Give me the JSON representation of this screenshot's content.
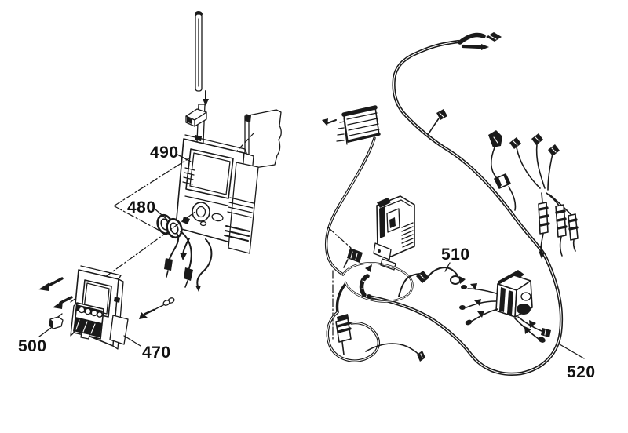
{
  "page": {
    "background": "#ffffff",
    "ink": "#1a1a1a",
    "kind": "exploded-parts-wiring-diagram"
  },
  "diagram": {
    "labels": {
      "part_490": "490",
      "part_480": "480",
      "part_500": "500",
      "part_470": "470",
      "part_510": "510",
      "part_520": "520"
    }
  }
}
